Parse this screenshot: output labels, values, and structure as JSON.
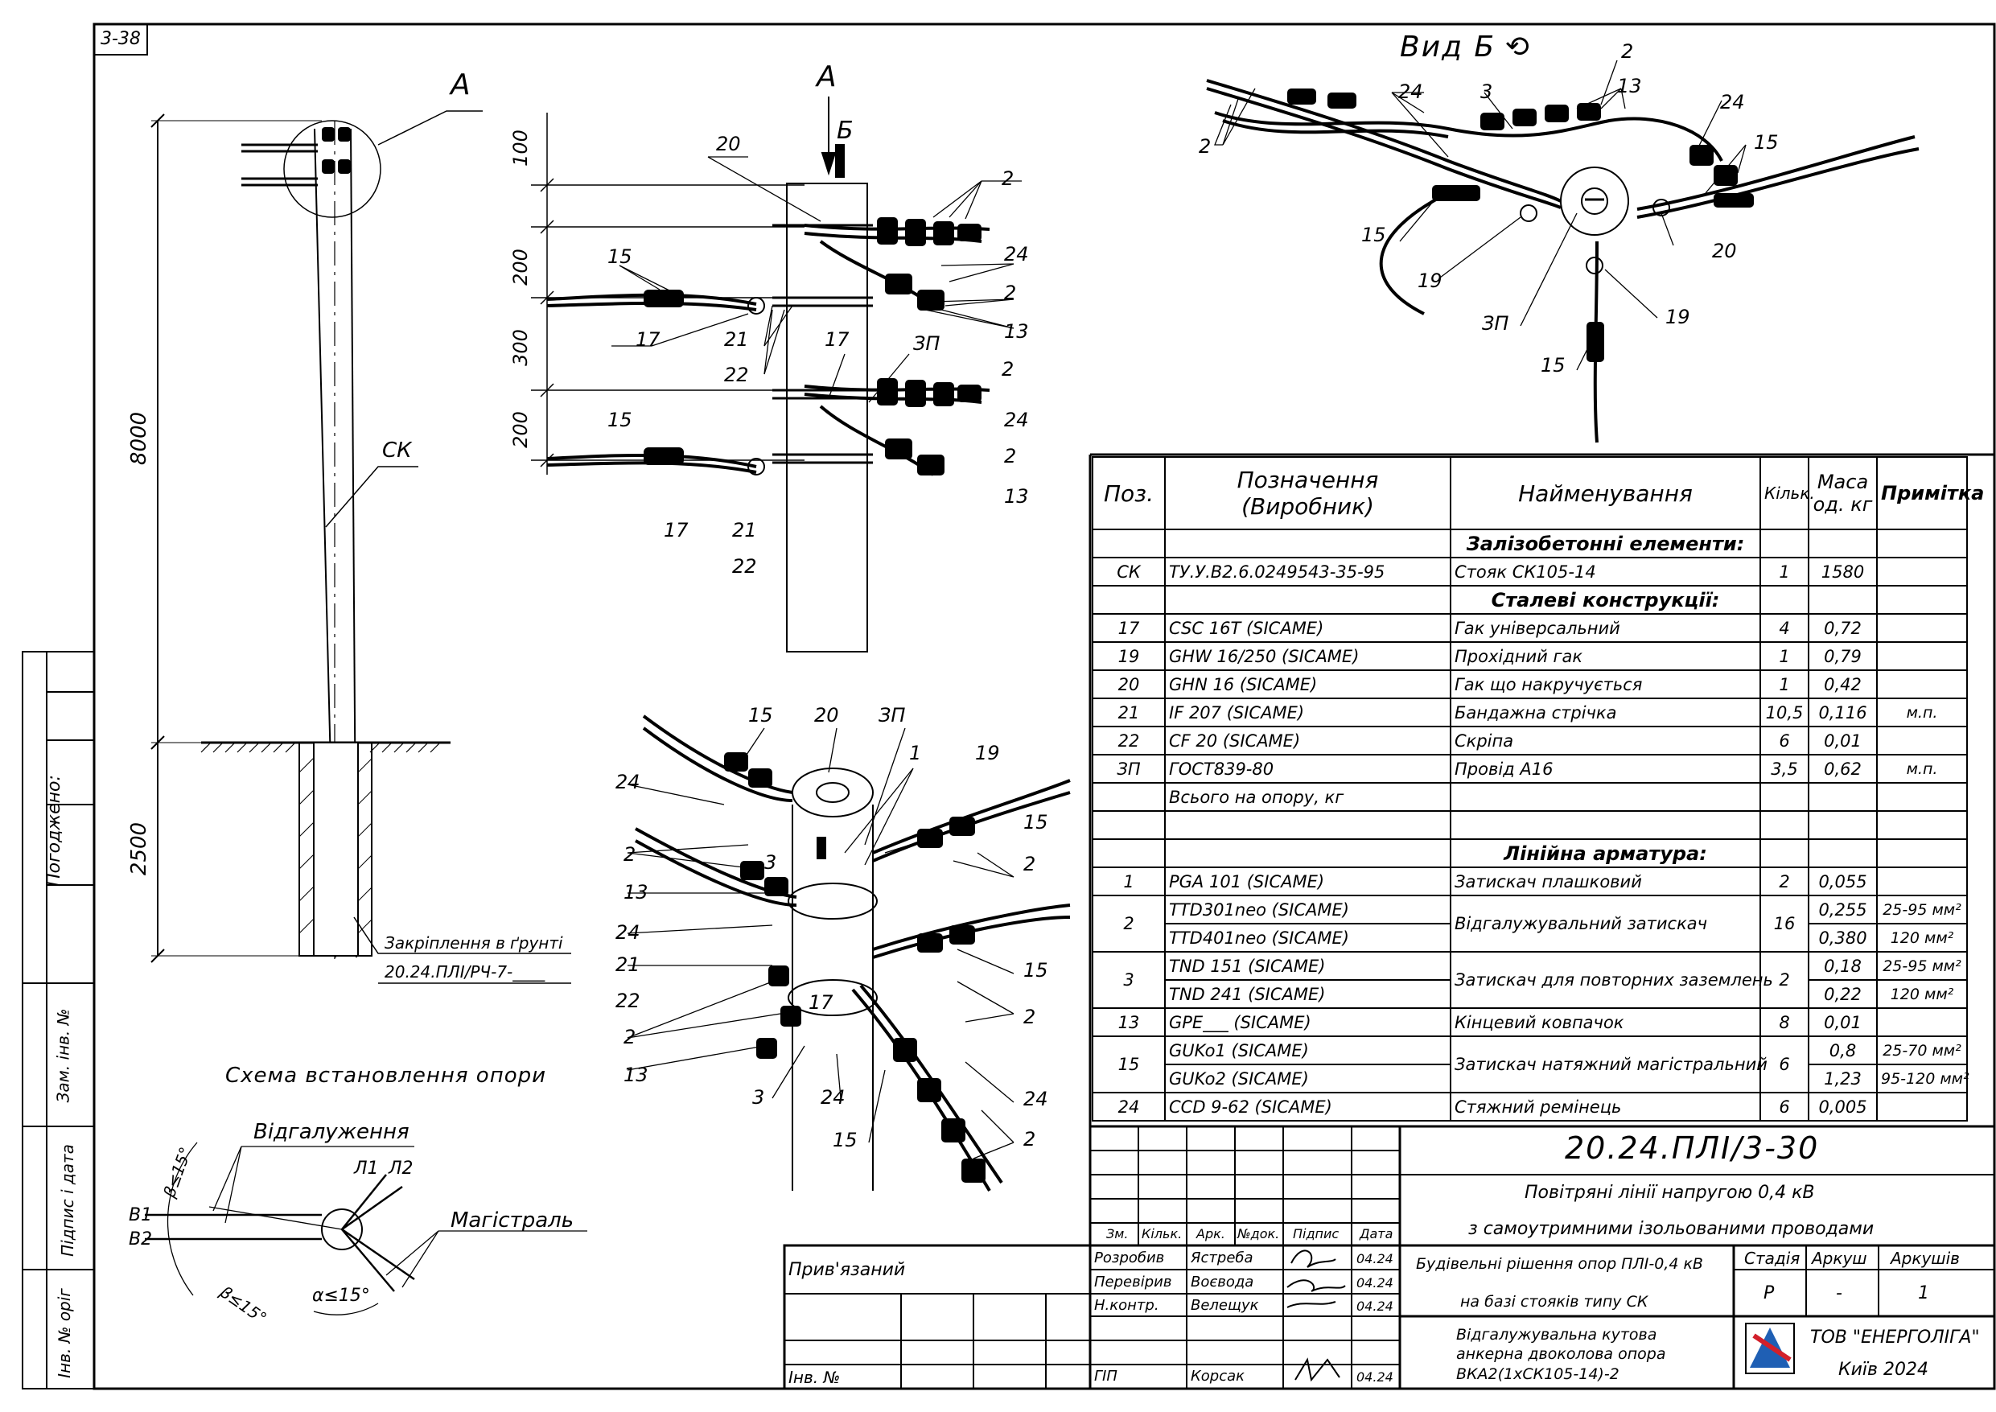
{
  "sheet_code": "3-38",
  "view_title": "Вид Б",
  "callouts": {
    "a": "А",
    "b": "Б",
    "sk": "СК",
    "zp": "ЗП",
    "n1": "1",
    "n2": "2",
    "n3": "3",
    "n13": "13",
    "n15": "15",
    "n17": "17",
    "n19": "19",
    "n20": "20",
    "n21": "21",
    "n22": "22",
    "n24": "24"
  },
  "dimensions": {
    "d100": "100",
    "d200a": "200",
    "d300": "300",
    "d200b": "200",
    "d8000": "8000",
    "d2500": "2500"
  },
  "ground_note": {
    "line1": "Закріплення в ґрунті",
    "line2": "20.24.ПЛІ/РЧ-7-____"
  },
  "scheme": {
    "title": "Схема встановлення опори",
    "branch": "Відгалуження",
    "main": "Магістраль",
    "l1": "Л1",
    "l2": "Л2",
    "b1": "В1",
    "b2": "В2",
    "beta1": "β≤15°",
    "beta2": "β≤15°",
    "alpha": "α≤15°"
  },
  "side_stamp": {
    "agreed": "Погоджено:",
    "replaced": "Зам. інв. №",
    "sign_date": "Підпис і дата",
    "inv_orig": "Інв. № оріг"
  },
  "spec": {
    "headers": {
      "pos": "Поз.",
      "designation": "Позначення (Виробник)",
      "name": "Найменування",
      "qty": "Кільк.",
      "mass": "Маса од. кг",
      "note": "Примітка"
    },
    "sections": {
      "concrete": "Залізобетонні елементи:",
      "steel": "Сталеві конструкції:",
      "fittings": "Лінійна арматура:"
    },
    "concrete_rows": [
      {
        "pos": "СК",
        "des": "ТУ.У.В2.6.0249543-35-95",
        "name": "Стояк СК105-14",
        "qty": "1",
        "mass": "1580",
        "note": ""
      }
    ],
    "steel_rows": [
      {
        "pos": "17",
        "des": "CSC 16T   (SICAME)",
        "name": "Гак універсальний",
        "qty": "4",
        "mass": "0,72",
        "note": ""
      },
      {
        "pos": "19",
        "des": "GHW 16/250   (SICAME)",
        "name": "Прохідний гак",
        "qty": "1",
        "mass": "0,79",
        "note": ""
      },
      {
        "pos": "20",
        "des": "GHN 16   (SICAME)",
        "name": "Гак що накручується",
        "qty": "1",
        "mass": "0,42",
        "note": ""
      },
      {
        "pos": "21",
        "des": "IF 207   (SICAME)",
        "name": "Бандажна стрічка",
        "qty": "10,5",
        "mass": "0,116",
        "note": "м.п."
      },
      {
        "pos": "22",
        "des": "CF 20   (SICAME)",
        "name": "Скріпа",
        "qty": "6",
        "mass": "0,01",
        "note": ""
      },
      {
        "pos": "ЗП",
        "des": "ГОСТ839-80",
        "name": "Провід А16",
        "qty": "3,5",
        "mass": "0,62",
        "note": "м.п."
      }
    ],
    "total_label": "Всього на опору, кг",
    "fit": {
      "r1": {
        "pos": "1",
        "des": "PGA 101   (SICAME)",
        "name": "Затискач плашковий",
        "qty": "2",
        "mass": "0,055",
        "note": ""
      },
      "r2": {
        "pos": "2",
        "des1": "TTD301neo   (SICAME)",
        "des2": "TTD401neo   (SICAME)",
        "name": "Відгалужувальний затискач",
        "qty": "16",
        "mass1": "0,255",
        "mass2": "0,380",
        "note1": "25-95 мм²",
        "note2": "120 мм²"
      },
      "r3": {
        "pos": "3",
        "des1": "TND 151   (SICAME)",
        "des2": "TND 241   (SICAME)",
        "name": "Затискач для повторних заземлень",
        "qty": "2",
        "mass1": "0,18",
        "mass2": "0,22",
        "note1": "25-95 мм²",
        "note2": "120 мм²"
      },
      "r13": {
        "pos": "13",
        "des": "GPE___   (SICAME)",
        "name": "Кінцевий ковпачок",
        "qty": "8",
        "mass": "0,01",
        "note": ""
      },
      "r15": {
        "pos": "15",
        "des1": "GUKo1   (SICAME)",
        "des2": "GUKo2   (SICAME)",
        "name": "Затискач натяжний магістральний",
        "qty": "6",
        "mass1": "0,8",
        "mass2": "1,23",
        "note1": "25-70 мм²",
        "note2": "95-120 мм²"
      },
      "r24": {
        "pos": "24",
        "des": "CCD 9-62   (SICAME)",
        "name": "Стяжний ремінець",
        "qty": "6",
        "mass": "0,005",
        "note": ""
      }
    }
  },
  "title_block": {
    "code": "20.24.ПЛІ/3-30",
    "project1": "Повітряні лінії напругою 0,4 кВ",
    "project2": "з самоутримними ізольованими проводами",
    "part1": "Будівельні рішення опор ПЛІ-0,4 кВ",
    "part2": "на базі стояків типу СК",
    "sheet_title1": "Відгалужувальна кутова",
    "sheet_title2": "анкерна двоколова опора",
    "sheet_title3": "ВКА2(1хСК105-14)-2",
    "stage_label": "Стадія",
    "sheet_label": "Аркуш",
    "sheets_label": "Аркушів",
    "stage": "Р",
    "sheet": "-",
    "sheets": "1",
    "company": "ТОВ \"ЕНЕРГОЛІГА\"",
    "city": "Київ 2024",
    "col_heads": {
      "zm": "Зм.",
      "kilk": "Кільк.",
      "ark": "Арк.",
      "ndok": "№док.",
      "pidpys": "Підпис",
      "data": "Дата"
    },
    "roles": [
      {
        "role": "Розробив",
        "name": "Ястреба",
        "date": "04.24"
      },
      {
        "role": "Перевірив",
        "name": "Воєвода",
        "date": "04.24"
      },
      {
        "role": "Н.контр.",
        "name": "Велещук",
        "date": "04.24"
      },
      {
        "role": "ГІП",
        "name": "Корсак",
        "date": "04.24"
      }
    ],
    "tied": "Прив'язаний",
    "inv_no": "Інв. №"
  }
}
